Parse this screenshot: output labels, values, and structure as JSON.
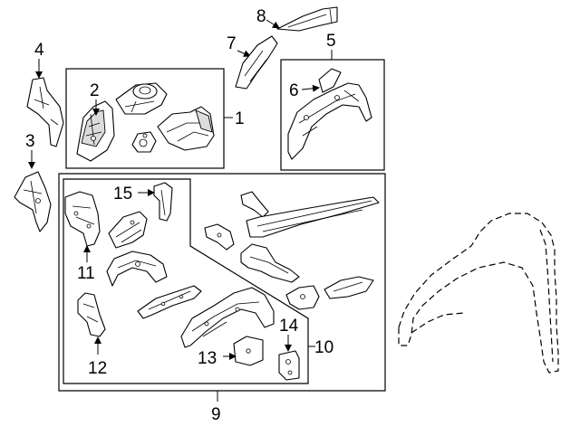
{
  "callouts": {
    "c1": "1",
    "c2": "2",
    "c3": "3",
    "c4": "4",
    "c5": "5",
    "c6": "6",
    "c7": "7",
    "c8": "8",
    "c9": "9",
    "c10": "10",
    "c11": "11",
    "c12": "12",
    "c13": "13",
    "c14": "14",
    "c15": "15"
  },
  "colors": {
    "line": "#000000",
    "background": "#ffffff",
    "shade": "#dcdcdc"
  }
}
